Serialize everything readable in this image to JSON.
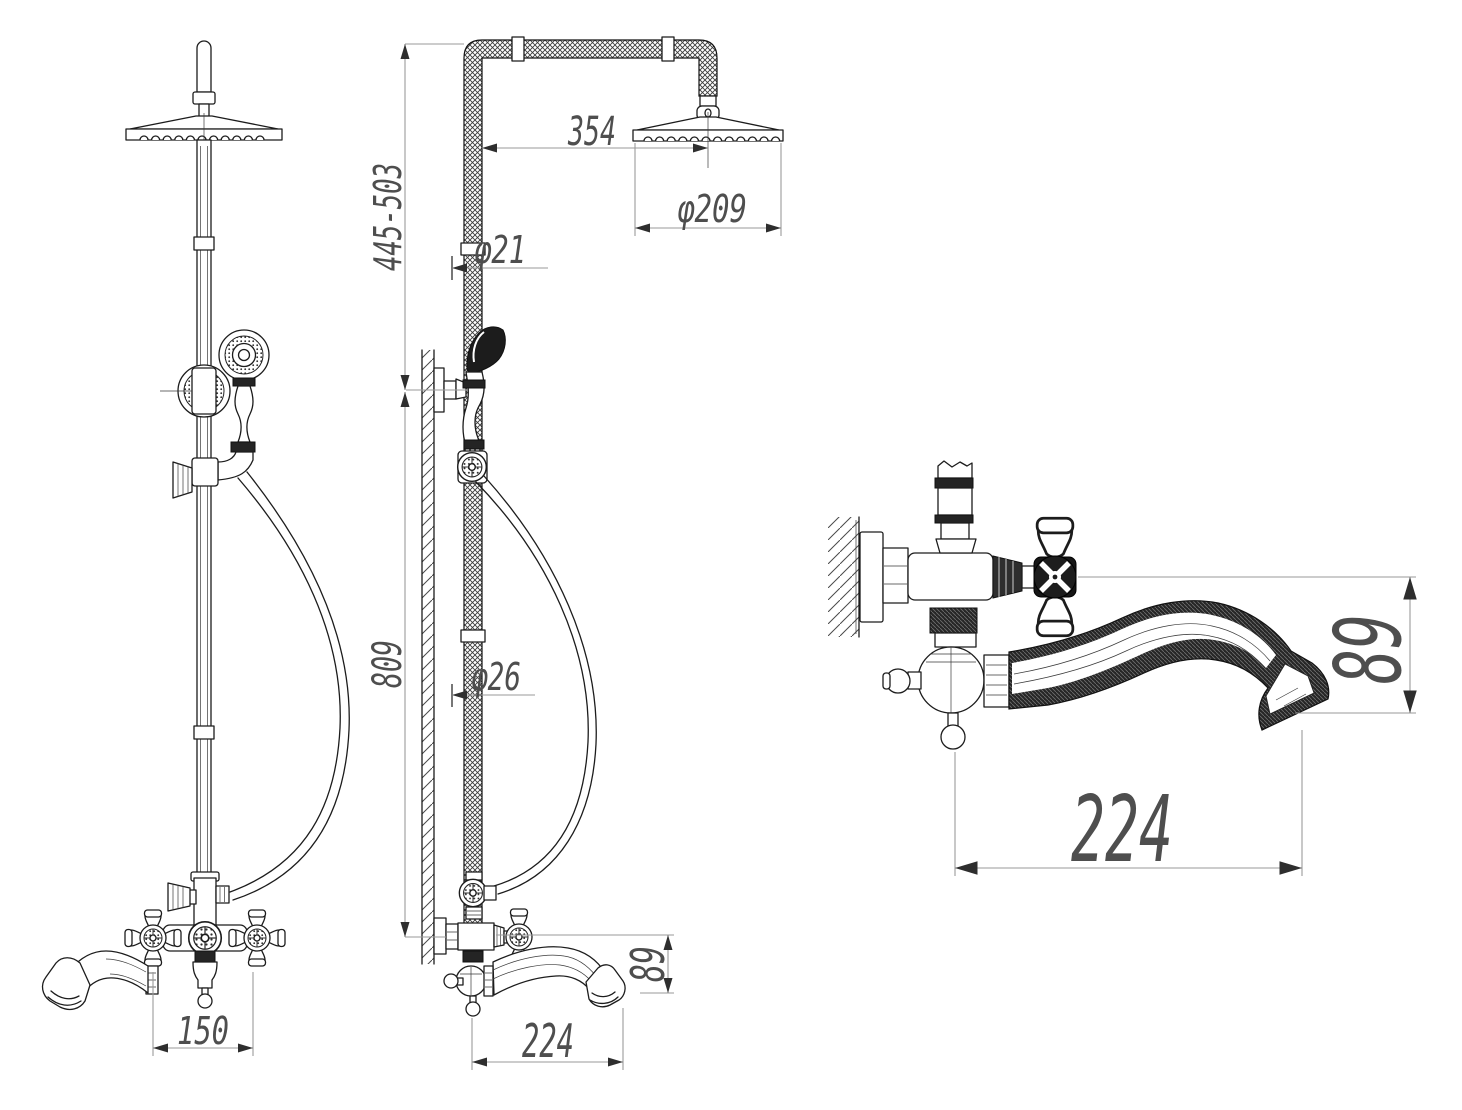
{
  "description": "Monochrome CAD line drawing: three orthographic views of a wall-mounted shower column with rain shower head, hand shower on riser, and bath spout mixer",
  "colors": {
    "background": "#ffffff",
    "line": "#1c1c1c",
    "dark_fill": "#242424",
    "dimension_line": "#9a9a9a",
    "dimension_text": "#4e4e4e"
  },
  "views": {
    "front": {
      "dims": {
        "inlet_spacing": "150"
      }
    },
    "side": {
      "dims": {
        "arm_reach": "354",
        "head_diameter": "φ209",
        "upper_riser_height_range": "445-503",
        "upper_riser_diameter": "φ21",
        "lower_riser_height": "809",
        "lower_riser_diameter": "φ26",
        "spout_reach": "224",
        "spout_drop": "89"
      }
    },
    "detail": {
      "dims": {
        "spout_reach": "224",
        "spout_drop": "89"
      }
    }
  }
}
